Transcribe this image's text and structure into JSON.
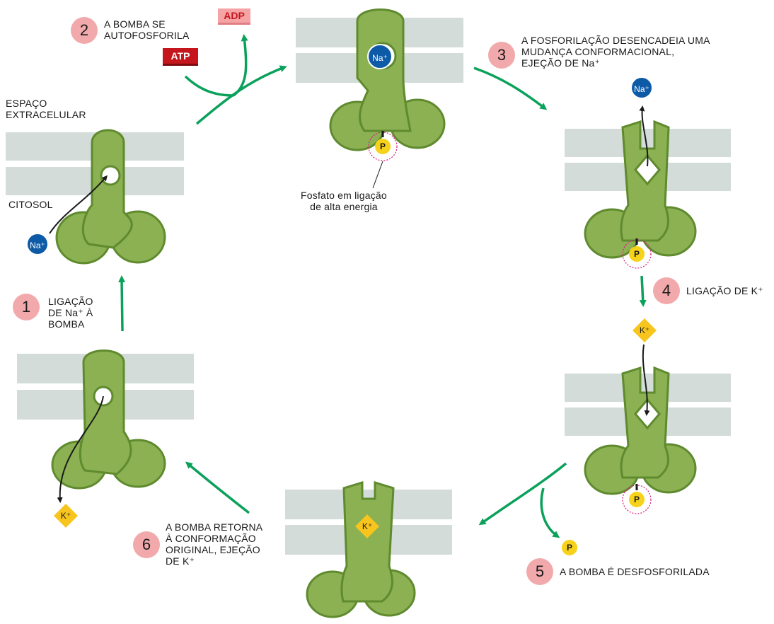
{
  "labels": {
    "espaco_extracelular": [
      "ESPAÇO",
      "EXTRACELULAR"
    ],
    "citosol": "CITOSOL",
    "fosfato": [
      "Fosfato em ligação",
      "de alta energia"
    ]
  },
  "steps": [
    {
      "number": "1",
      "lines": [
        "LIGAÇÃO",
        "DE Na⁺ À",
        "BOMBA"
      ]
    },
    {
      "number": "2",
      "lines": [
        "A BOMBA SE",
        "AUTOFOSFORILA"
      ]
    },
    {
      "number": "3",
      "lines": [
        "A FOSFORILAÇÃO DESENCADEIA UMA",
        "MUDANÇA CONFORMACIONAL,",
        "EJEÇÃO DE Na⁺"
      ]
    },
    {
      "number": "4",
      "lines": [
        "LIGAÇÃO DE K⁺"
      ]
    },
    {
      "number": "5",
      "lines": [
        "A BOMBA É DESFOSFORILADA"
      ]
    },
    {
      "number": "6",
      "lines": [
        "A BOMBA RETORNA",
        "À CONFORMAÇÃO",
        "ORIGINAL, EJEÇÃO",
        "DE K⁺"
      ]
    }
  ],
  "molecules": {
    "atp": "ATP",
    "adp": "ADP",
    "na": "Na⁺",
    "k": "K⁺",
    "p": "P"
  },
  "colors": {
    "membrane": "#d3dcd9",
    "pump": "#8bb153",
    "pump_dark": "#5f8a2e",
    "arrow": "#0aa15a",
    "badge": "#f2a9ab",
    "na_ion": "#0d5aa7",
    "k_ion": "#f7c51e",
    "phosphate": "#f7d21b",
    "phosphate_glow": "#d8197f",
    "atp": "#c4161c"
  }
}
